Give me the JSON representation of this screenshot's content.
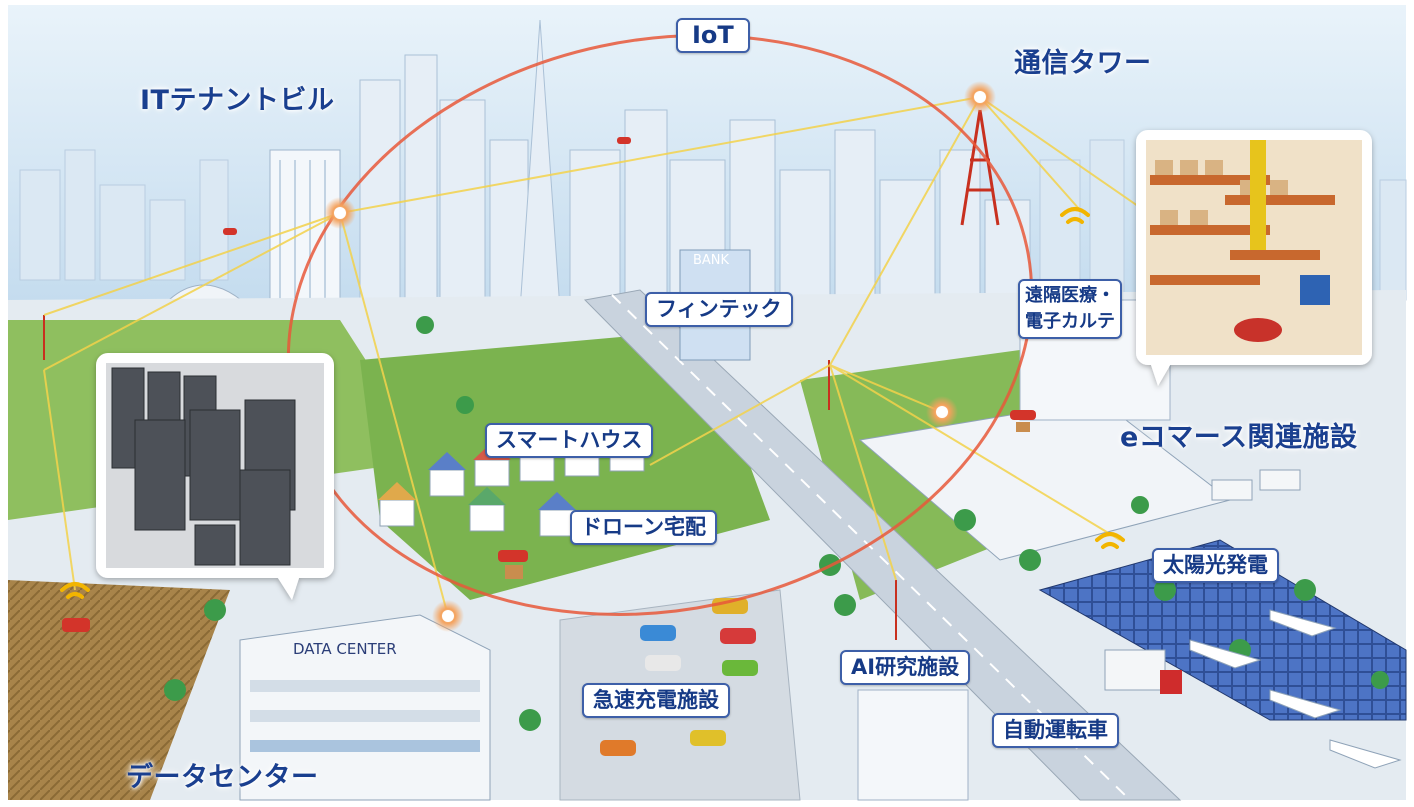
{
  "labels": {
    "it_tenant": "ITテナントビル",
    "iot": "IoT",
    "tower": "通信タワー",
    "fintech": "フィンテック",
    "telemedicine_1": "遠隔医療・",
    "telemedicine_2": "電子カルテ",
    "smart_house": "スマートハウス",
    "ecommerce": "eコマース関連施設",
    "drone_delivery": "ドローン宅配",
    "solar": "太陽光発電",
    "ai_lab": "AI研究施設",
    "quick_charge": "急速充電施設",
    "autonomous_car": "自動運転車",
    "datacenter": "データセンター"
  },
  "signs": {
    "bank": "BANK",
    "data_center": "DATA CENTER"
  },
  "colors": {
    "label_text": "#1a3f8f",
    "label_border": "#3d5fa8",
    "iot_ring": "#e8583a",
    "network_line": "#f3d24b",
    "grass": "#7bb34f",
    "road": "#c9d3de",
    "sky": "#cfe4f3"
  }
}
